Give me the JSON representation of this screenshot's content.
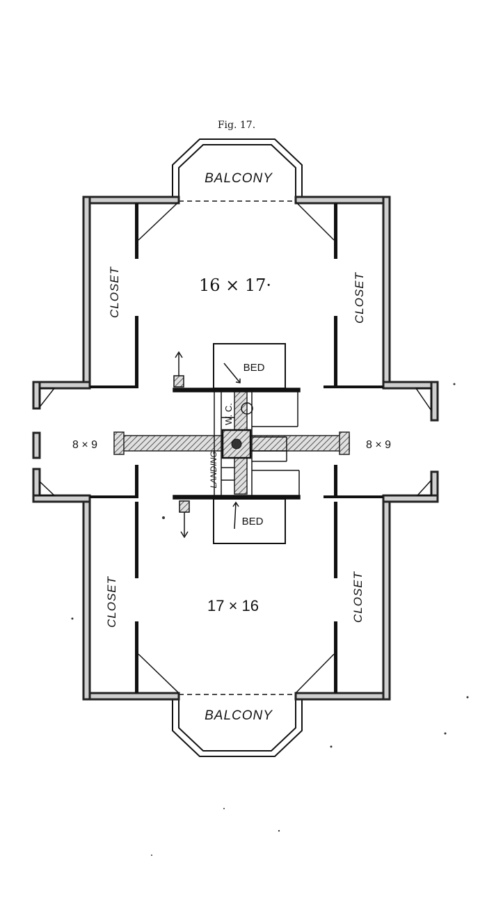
{
  "figure": {
    "caption": "Fig. 17."
  },
  "rooms": {
    "balcony_top": "BALCONY",
    "balcony_bottom": "BALCONY",
    "room_top": "16 × 17·",
    "room_bottom": "17 × 16",
    "closet_top_left": "CLOSET",
    "closet_top_right": "CLOSET",
    "closet_bottom_left": "CLOSET",
    "closet_bottom_right": "CLOSET",
    "room_left": "8 × 9",
    "room_right": "8 × 9",
    "bed_top": "BED",
    "bed_bottom": "BED",
    "wc": "W. C.",
    "landing": "LANDING"
  },
  "colors": {
    "ink": "#111111",
    "wall_fill": "#cfcfcf",
    "paper": "#ffffff"
  }
}
